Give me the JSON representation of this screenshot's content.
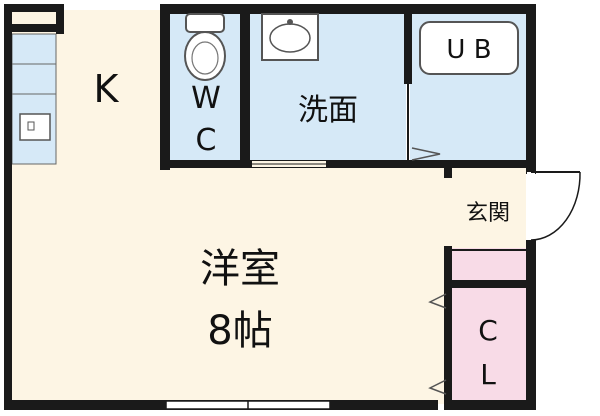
{
  "rooms": {
    "kitchen": "K",
    "wc_top": "W",
    "wc_bottom": "C",
    "washroom": "洗面",
    "bath": "U B",
    "entrance": "玄関",
    "western_room": "洋室",
    "western_room_size": "8帖",
    "closet_top": "C",
    "closet_bottom": "L"
  },
  "colors": {
    "wall": "#1a1a1a",
    "room_floor": "#fdf5e4",
    "wet_area": "#d6e9f7",
    "closet": "#f8dbe7",
    "fixture_stroke": "#555555"
  }
}
